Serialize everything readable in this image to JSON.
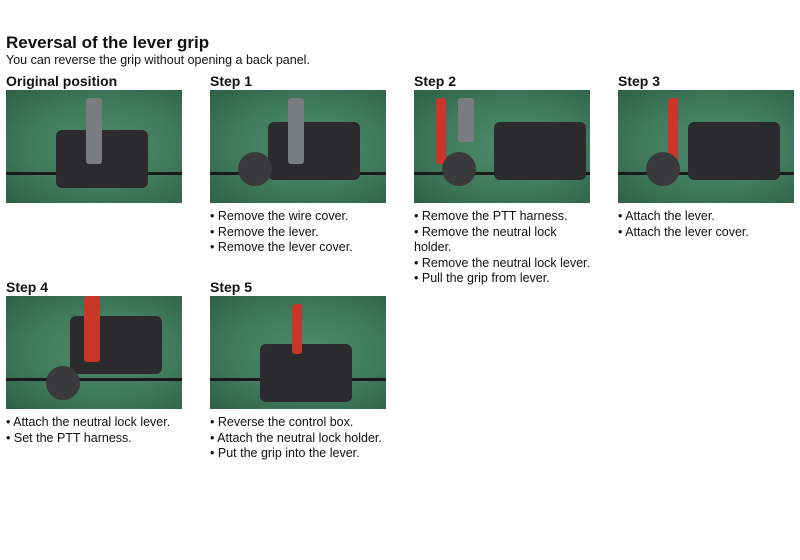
{
  "title": "Reversal of the lever grip",
  "subtitle": "You can reverse the grip without opening a back panel.",
  "steps": [
    {
      "heading": "Original position",
      "bullets": []
    },
    {
      "heading": "Step 1",
      "bullets": [
        "Remove the wire cover.",
        "Remove the lever.",
        "Remove the lever cover."
      ]
    },
    {
      "heading": "Step 2",
      "bullets": [
        "Remove the PTT harness.",
        "Remove the neutral lock holder.",
        "Remove the neutral lock lever.",
        "Pull the grip from lever."
      ]
    },
    {
      "heading": "Step 3",
      "bullets": [
        "Attach the lever.",
        "Attach the lever cover."
      ]
    },
    {
      "heading": "Step 4",
      "bullets": [
        "Attach the neutral lock lever.",
        "Set the PTT harness."
      ]
    },
    {
      "heading": "Step 5",
      "bullets": [
        "Reverse the control box.",
        "Attach the neutral lock holder.",
        "Put the grip into the lever."
      ]
    }
  ]
}
